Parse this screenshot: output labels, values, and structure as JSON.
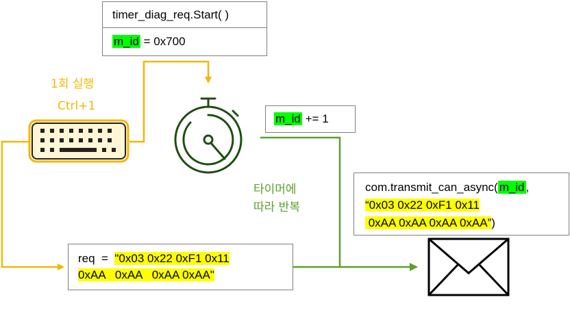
{
  "colors": {
    "orange": "#f2b705",
    "green": "#5aa02c",
    "highlight_green": "#00ff00",
    "highlight_yellow": "#ffff00",
    "box_border": "#7f7f7f",
    "icon_dark": "#1e4d12"
  },
  "timer_box": {
    "call": "timer_diag_req.Start( )",
    "var": "m_id",
    "op": "=",
    "value": "0x700"
  },
  "increment_box": {
    "var": "m_id",
    "op": "+=",
    "value": "1"
  },
  "keyboard": {
    "label_line1": "1회 실행",
    "label_line2": "Ctrl+1",
    "icon": "keyboard-icon"
  },
  "stopwatch": {
    "icon": "stopwatch-icon",
    "caption_line1": "타이머에",
    "caption_line2": "따라 반복"
  },
  "req_box": {
    "prefix": "req  =  ",
    "line1": "\"0x03 0x22 0xF1 0x11",
    "line2": "0xAA   0xAA   0xAA 0xAA\""
  },
  "transmit_box": {
    "func": "com.transmit_can_async(",
    "var": "m_id",
    "sep": ",",
    "line2": "“0x03 0x22 0xF1 0x11",
    "line3": " 0xAA 0xAA 0xAA 0xAA”",
    "close": ")"
  },
  "envelope": {
    "icon": "envelope-icon"
  }
}
